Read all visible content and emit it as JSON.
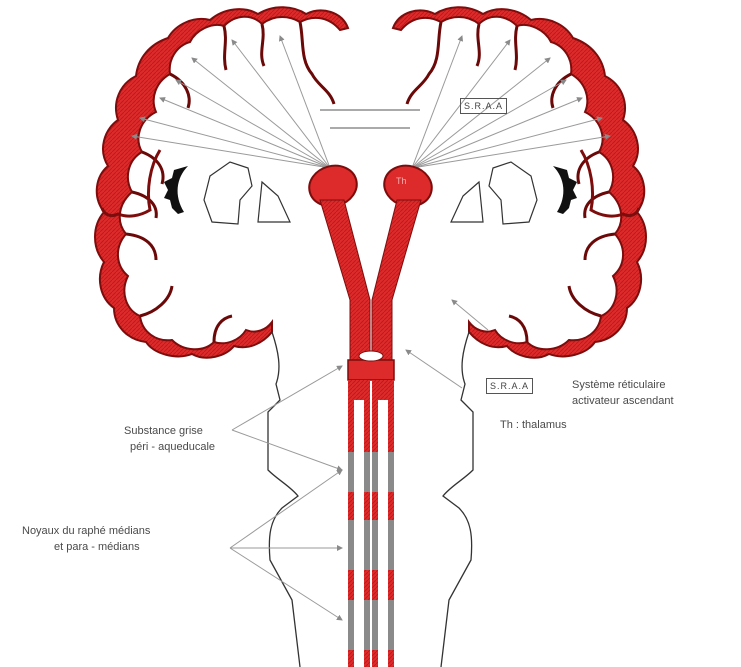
{
  "labels": {
    "srra_top": "S.R.A.A",
    "th": "Th",
    "srra_legend_box": "S.R.A.A",
    "srra_legend_line1": "Système réticulaire",
    "srra_legend_line2": "activateur ascendant",
    "th_legend": "Th : thalamus",
    "substance_grise_line1": "Substance grise",
    "substance_grise_line2": "péri - aqueducale",
    "noyaux_line1": "Noyaux du raphé médians",
    "noyaux_line2": "et para - médians"
  },
  "colors": {
    "cortex": "#dd2a2a",
    "cortex_dark": "#9e1010",
    "raphe_stripe": "#8a8a8a",
    "outline": "#222222",
    "arrow": "#9a9a9a"
  }
}
